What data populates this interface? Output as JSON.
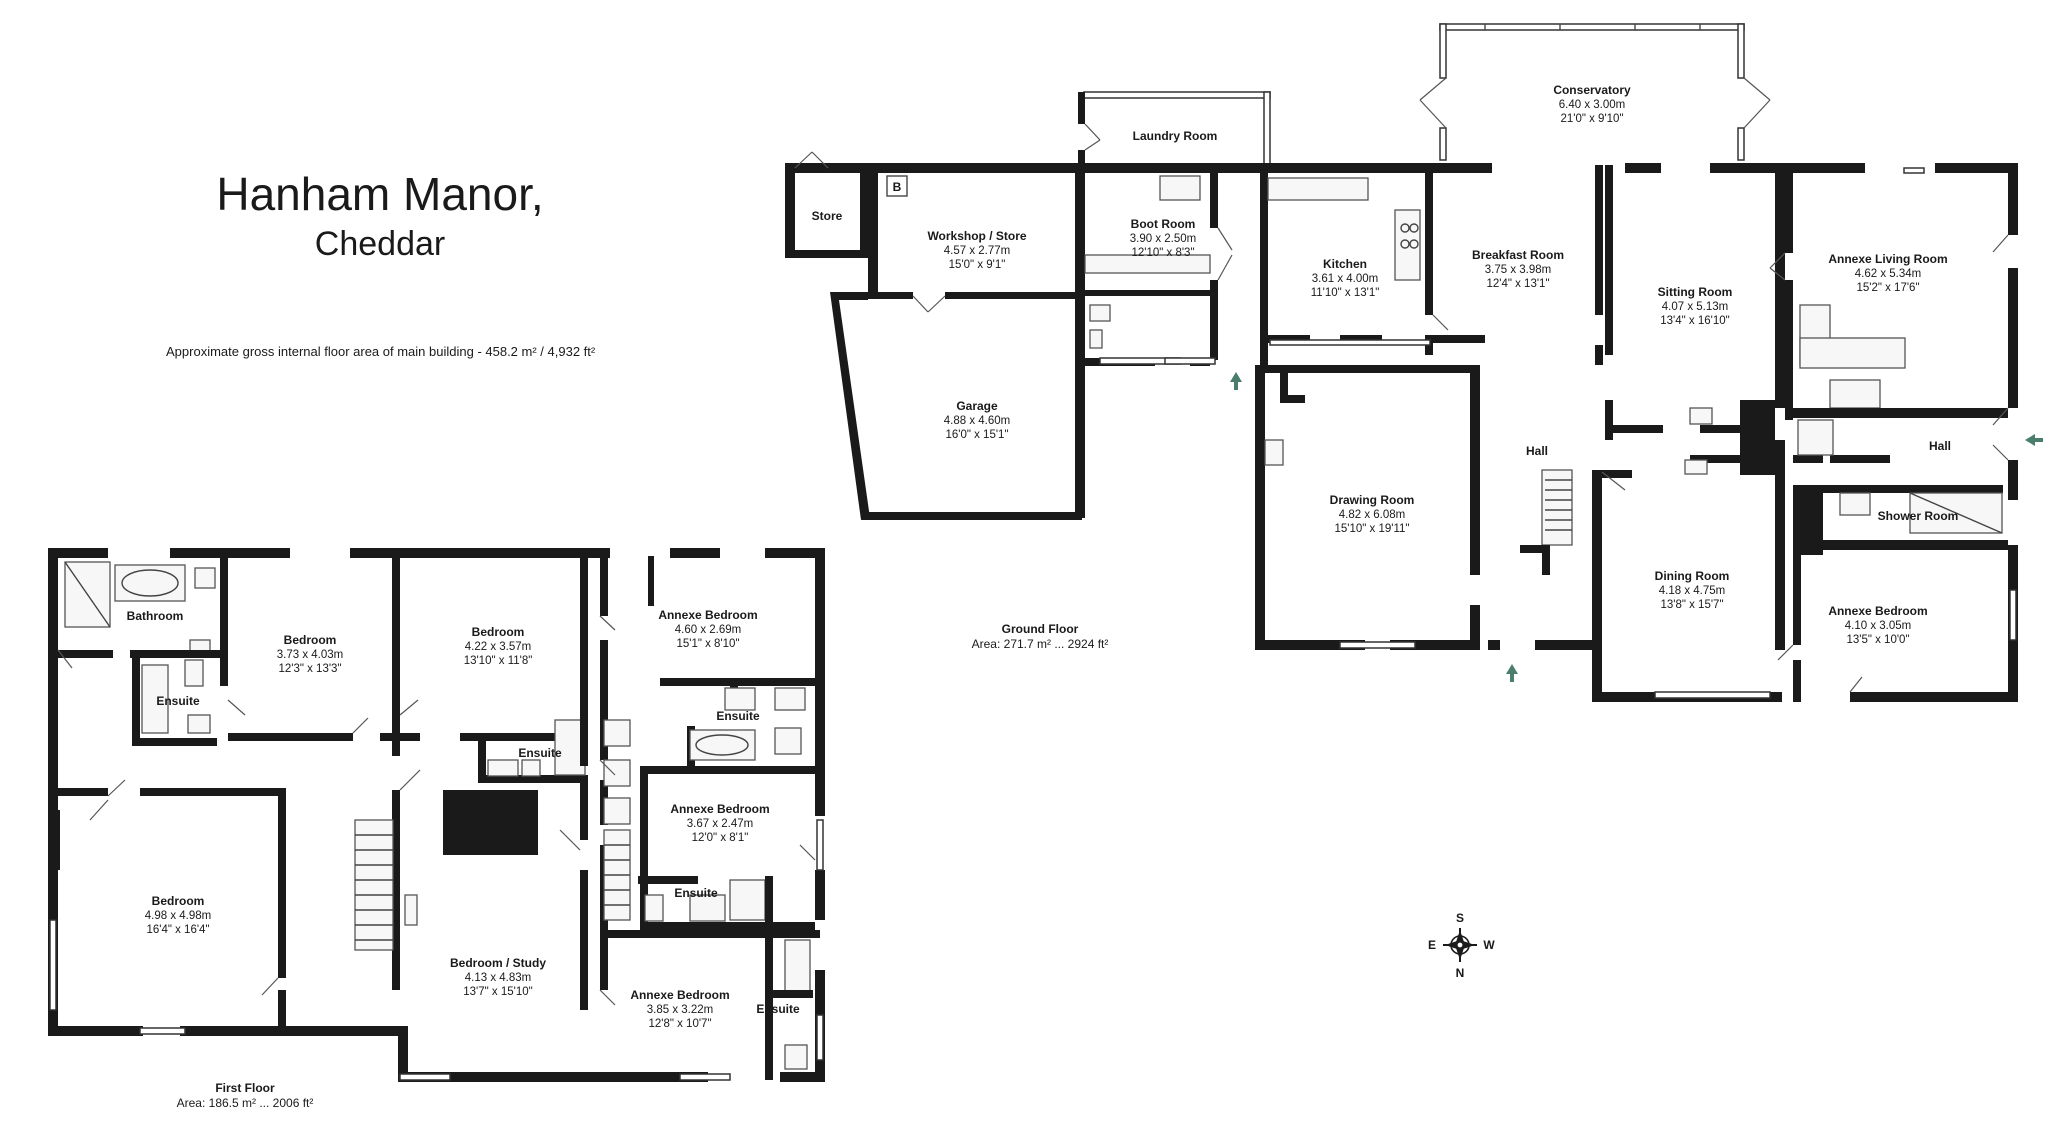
{
  "header": {
    "title": "Hanham Manor,",
    "subtitle": "Cheddar",
    "area_note": "Approximate gross internal floor area of main building  -  458.2 m² / 4,932 ft²"
  },
  "floors": {
    "ground": {
      "name": "Ground Floor",
      "area": "Area: 271.7 m² ... 2924 ft²"
    },
    "first": {
      "name": "First Floor",
      "area": "Area: 186.5 m² ... 2006 ft²"
    }
  },
  "compass": {
    "s": "S",
    "w": "W",
    "e": "E",
    "n": "N"
  },
  "boiler_label": "B",
  "rooms": {
    "ground": [
      {
        "name": "Conservatory",
        "metric": "6.40 x 3.00m",
        "imperial": "21'0\" x 9'10\""
      },
      {
        "name": "Laundry Room",
        "metric": "",
        "imperial": ""
      },
      {
        "name": "Store",
        "metric": "",
        "imperial": ""
      },
      {
        "name": "Workshop / Store",
        "metric": "4.57 x 2.77m",
        "imperial": "15'0\" x 9'1\""
      },
      {
        "name": "Boot Room",
        "metric": "3.90 x 2.50m",
        "imperial": "12'10\" x 8'3\""
      },
      {
        "name": "Kitchen",
        "metric": "3.61 x 4.00m",
        "imperial": "11'10\" x 13'1\""
      },
      {
        "name": "Breakfast Room",
        "metric": "3.75 x 3.98m",
        "imperial": "12'4\" x 13'1\""
      },
      {
        "name": "Sitting Room",
        "metric": "4.07 x 5.13m",
        "imperial": "13'4\" x 16'10\""
      },
      {
        "name": "Annexe Living Room",
        "metric": "4.62 x 5.34m",
        "imperial": "15'2\" x 17'6\""
      },
      {
        "name": "Garage",
        "metric": "4.88 x 4.60m",
        "imperial": "16'0\" x 15'1\""
      },
      {
        "name": "Drawing Room",
        "metric": "4.82 x 6.08m",
        "imperial": "15'10\" x 19'11\""
      },
      {
        "name": "Hall",
        "metric": "",
        "imperial": ""
      },
      {
        "name": "Hall",
        "metric": "",
        "imperial": ""
      },
      {
        "name": "Shower Room",
        "metric": "",
        "imperial": ""
      },
      {
        "name": "Dining Room",
        "metric": "4.18 x 4.75m",
        "imperial": "13'8\" x 15'7\""
      },
      {
        "name": "Annexe Bedroom",
        "metric": "4.10 x 3.05m",
        "imperial": "13'5\" x 10'0\""
      }
    ],
    "first": [
      {
        "name": "Bathroom",
        "metric": "",
        "imperial": ""
      },
      {
        "name": "Bedroom",
        "metric": "3.73 x 4.03m",
        "imperial": "12'3\" x 13'3\""
      },
      {
        "name": "Ensuite",
        "metric": "",
        "imperial": ""
      },
      {
        "name": "Bedroom",
        "metric": "4.22 x 3.57m",
        "imperial": "13'10\" x 11'8\""
      },
      {
        "name": "Ensuite",
        "metric": "",
        "imperial": ""
      },
      {
        "name": "Annexe Bedroom",
        "metric": "4.60 x 2.69m",
        "imperial": "15'1\" x 8'10\""
      },
      {
        "name": "Ensuite",
        "metric": "",
        "imperial": ""
      },
      {
        "name": "Annexe Bedroom",
        "metric": "3.67 x 2.47m",
        "imperial": "12'0\" x 8'1\""
      },
      {
        "name": "Ensuite",
        "metric": "",
        "imperial": ""
      },
      {
        "name": "Bedroom",
        "metric": "4.98 x 4.98m",
        "imperial": "16'4\" x 16'4\""
      },
      {
        "name": "Bedroom / Study",
        "metric": "4.13 x 4.83m",
        "imperial": "13'7\" x 15'10\""
      },
      {
        "name": "Annexe Bedroom",
        "metric": "3.85 x 3.22m",
        "imperial": "12'8\" x 10'7\""
      },
      {
        "name": "Ensuite",
        "metric": "",
        "imperial": ""
      }
    ]
  }
}
